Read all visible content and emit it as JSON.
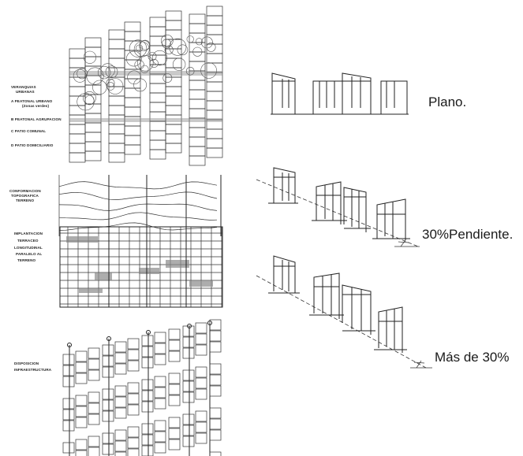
{
  "left_panels": {
    "veranquias": {
      "title_line1": "VERANQUIAS",
      "title_line2": "URBANAS",
      "item_a": "A  PEATONAL URBANO",
      "item_a_sub": "(Zonas verdes)",
      "item_b": "B  PEATONAL AGRUPACION",
      "item_c": "C  PATIO COMUNAL",
      "item_d": "D  PATIO DOMICILIARIO"
    },
    "conformacion": {
      "line1": "CONFORMACION",
      "line2": "TOPOGRAFICA",
      "line3": "TERRENO"
    },
    "implantacion": {
      "line1": "IMPLANTACION",
      "line2": "TERRACEO",
      "line3": "LONGITUDINAL",
      "line4": "PARALELO AL",
      "line5": "TERRENO"
    },
    "disposicion": {
      "line1": "DISPOSICION",
      "line2": "INFRAESTRUCTURA"
    }
  },
  "right_panels": {
    "flat_label": "Plano.",
    "slope30_label": "30%Pendiente.",
    "slope_over_label": "Más de 30%"
  }
}
